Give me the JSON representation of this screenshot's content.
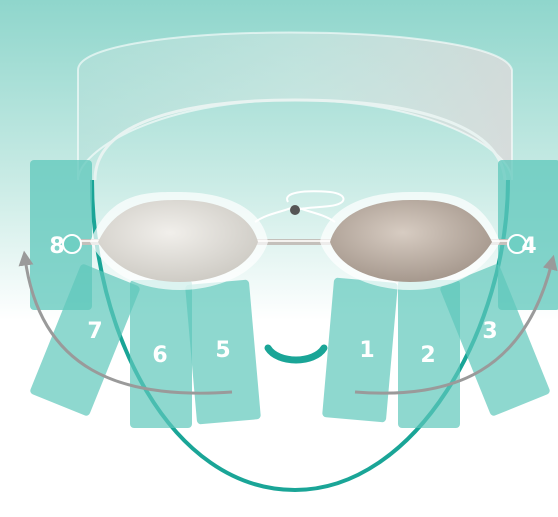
{
  "colors": {
    "teal": "#5ec7bb",
    "teal_dark": "#1aa597",
    "pad": "#7fd2c8",
    "arrow": "#9a9a9a",
    "lens_left": "#e3e1dc",
    "lens_right": "#c3b6ab"
  },
  "labels": {
    "p1": "1",
    "p2": "2",
    "p3": "3",
    "p4": "4",
    "p5": "5",
    "p6": "6",
    "p7": "7",
    "p8": "8"
  },
  "icons": {
    "smile": "smile-mouth-icon",
    "arrow_left": "curved-arrow-left-icon",
    "arrow_right": "curved-arrow-right-icon"
  }
}
